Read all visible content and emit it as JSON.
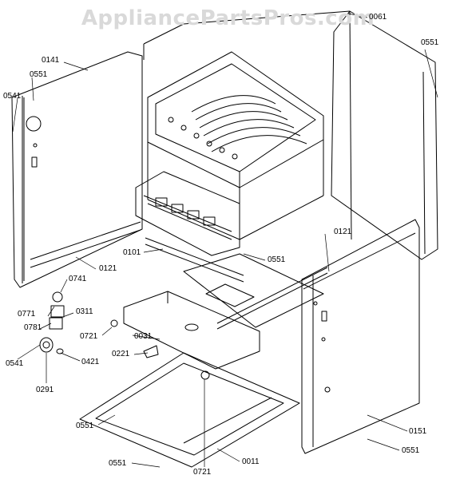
{
  "watermark": "AppliancePartsPros.com",
  "labels": {
    "l0061": "0061",
    "l0551_tr": "0551",
    "l0141": "0141",
    "l0551_tl": "0551",
    "l0541_l": "0541",
    "l0121_r": "0121",
    "l0101": "0101",
    "l0551_mid": "0551",
    "l0121_l": "0121",
    "l0741": "0741",
    "l0771": "0771",
    "l0311": "0311",
    "l0781": "0781",
    "l0721_l": "0721",
    "l0031": "0031",
    "l0541_b": "0541",
    "l0421": "0421",
    "l0221": "0221",
    "l0291": "0291",
    "l0551_bl": "0551",
    "l0551_b": "0551",
    "l0721_b": "0721",
    "l0011": "0011",
    "l0151": "0151",
    "l0551_br": "0551"
  }
}
